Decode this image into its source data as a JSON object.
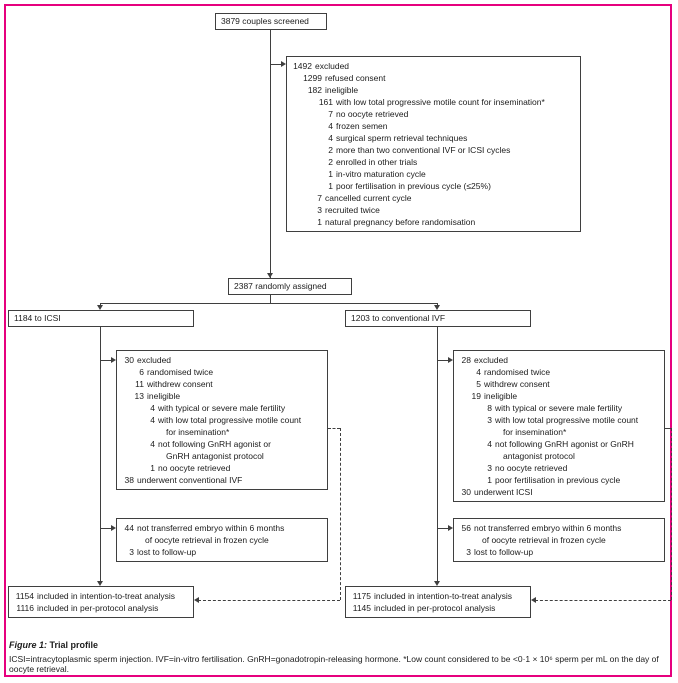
{
  "colors": {
    "pink": "#e6007e",
    "ink": "#1c1c1c",
    "line": "#3f3f3f"
  },
  "flow": {
    "screened": "3879 couples screened",
    "randomized": "2387 randomly assigned",
    "arm_left": "1184 to ICSI",
    "arm_right": "1203 to conventional IVF",
    "excluded_screening": [
      {
        "num": "1492",
        "text": "excluded",
        "lvl": 0
      },
      {
        "num": "1299",
        "text": "refused consent",
        "lvl": 1
      },
      {
        "num": "182",
        "text": "ineligible",
        "lvl": 1
      },
      {
        "num": "161",
        "text": "with low total progressive motile count for insemination*",
        "lvl": 2
      },
      {
        "num": "7",
        "text": "no oocyte retrieved",
        "lvl": 2
      },
      {
        "num": "4",
        "text": "frozen semen",
        "lvl": 2
      },
      {
        "num": "4",
        "text": "surgical sperm retrieval techniques",
        "lvl": 2
      },
      {
        "num": "2",
        "text": "more than two conventional IVF or ICSI cycles",
        "lvl": 2
      },
      {
        "num": "2",
        "text": "enrolled in other trials",
        "lvl": 2
      },
      {
        "num": "1",
        "text": "in-vitro maturation cycle",
        "lvl": 2
      },
      {
        "num": "1",
        "text": "poor fertilisation in previous cycle (≤25%)",
        "lvl": 2
      },
      {
        "num": "7",
        "text": "cancelled current cycle",
        "lvl": 1
      },
      {
        "num": "3",
        "text": "recruited twice",
        "lvl": 1
      },
      {
        "num": "1",
        "text": "natural pregnancy before randomisation",
        "lvl": 1
      }
    ],
    "excluded_icsi": [
      {
        "num": "30",
        "text": "excluded",
        "lvl": 0
      },
      {
        "num": "6",
        "text": "randomised twice",
        "lvl": 1
      },
      {
        "num": "11",
        "text": "withdrew consent",
        "lvl": 1
      },
      {
        "num": "13",
        "text": "ineligible",
        "lvl": 1
      },
      {
        "num": "4",
        "text": "with typical or severe male fertility",
        "lvl": 2
      },
      {
        "num": "4",
        "text": "with low total progressive motile count",
        "lvl": 2
      },
      {
        "text": "for insemination*",
        "lvl": 2,
        "cont": true
      },
      {
        "num": "4",
        "text": "not following GnRH agonist or",
        "lvl": 2
      },
      {
        "text": "GnRH antagonist protocol",
        "lvl": 2,
        "cont": true
      },
      {
        "num": "1",
        "text": "no oocyte retrieved",
        "lvl": 2
      },
      {
        "num": "38",
        "text": "underwent conventional IVF",
        "lvl": 0
      }
    ],
    "excluded_ivf": [
      {
        "num": "28",
        "text": "excluded",
        "lvl": 0
      },
      {
        "num": "4",
        "text": "randomised twice",
        "lvl": 1
      },
      {
        "num": "5",
        "text": "withdrew consent",
        "lvl": 1
      },
      {
        "num": "19",
        "text": "ineligible",
        "lvl": 1
      },
      {
        "num": "8",
        "text": "with typical or severe male fertility",
        "lvl": 2
      },
      {
        "num": "3",
        "text": "with low total progressive motile count",
        "lvl": 2
      },
      {
        "text": "for insemination*",
        "lvl": 2,
        "cont": true
      },
      {
        "num": "4",
        "text": "not following GnRH agonist or GnRH",
        "lvl": 2
      },
      {
        "text": "antagonist protocol",
        "lvl": 2,
        "cont": true
      },
      {
        "num": "3",
        "text": "no oocyte retrieved",
        "lvl": 2
      },
      {
        "num": "1",
        "text": "poor fertilisation in previous cycle",
        "lvl": 2
      },
      {
        "num": "30",
        "text": "underwent ICSI",
        "lvl": 0
      }
    ],
    "frozen_icsi": [
      {
        "num": "44",
        "text": "not transferred embryo within 6 months",
        "lvl": 0
      },
      {
        "text": "of oocyte retrieval in frozen cycle",
        "lvl": 0,
        "cont": true
      },
      {
        "num": "3",
        "text": "lost to follow-up",
        "lvl": 0
      }
    ],
    "frozen_ivf": [
      {
        "num": "56",
        "text": "not transferred embryo within 6 months",
        "lvl": 0
      },
      {
        "text": "of oocyte retrieval in frozen cycle",
        "lvl": 0,
        "cont": true
      },
      {
        "num": "3",
        "text": "lost to follow-up",
        "lvl": 0
      }
    ],
    "analysis_icsi": [
      {
        "num": "1154",
        "text": "included in intention-to-treat analysis",
        "lvl": 0
      },
      {
        "num": "1116",
        "text": "included in per-protocol analysis",
        "lvl": 0
      }
    ],
    "analysis_ivf": [
      {
        "num": "1175",
        "text": "included in intention-to-treat analysis",
        "lvl": 0
      },
      {
        "num": "1145",
        "text": "included in per-protocol analysis",
        "lvl": 0
      }
    ]
  },
  "caption": {
    "label": "Figure 1:",
    "title": "Trial profile",
    "footnote": "ICSI=intracytoplasmic sperm injection. IVF=in-vitro fertilisation. GnRH=gonadotropin-releasing hormone. *Low count considered to be <0·1 × 10⁶ sperm per mL on the day of oocyte retrieval."
  }
}
